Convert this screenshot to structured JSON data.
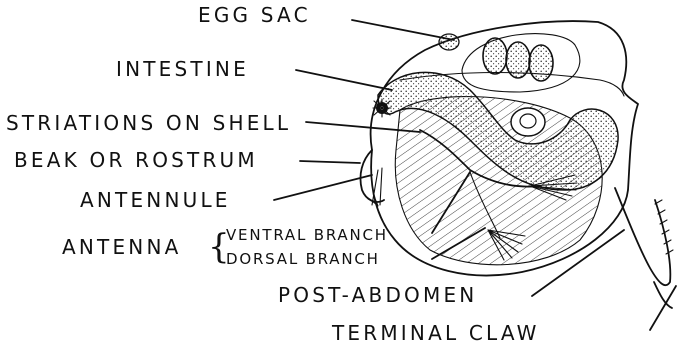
{
  "labels": {
    "egg_sac": "EGG SAC",
    "intestine": "INTESTINE",
    "striations_on_shell": "STRIATIONS ON SHELL",
    "beak_or_rostrum": "BEAK OR ROSTRUM",
    "antennule": "ANTENNULE",
    "antenna": "ANTENNA",
    "ventral_branch": "VENTRAL BRANCH",
    "dorsal_branch": "DORSAL BRANCH",
    "post_abdomen": "POST-ABDOMEN",
    "terminal_claw": "TERMINAL CLAW"
  },
  "brace_glyph": "{"
}
